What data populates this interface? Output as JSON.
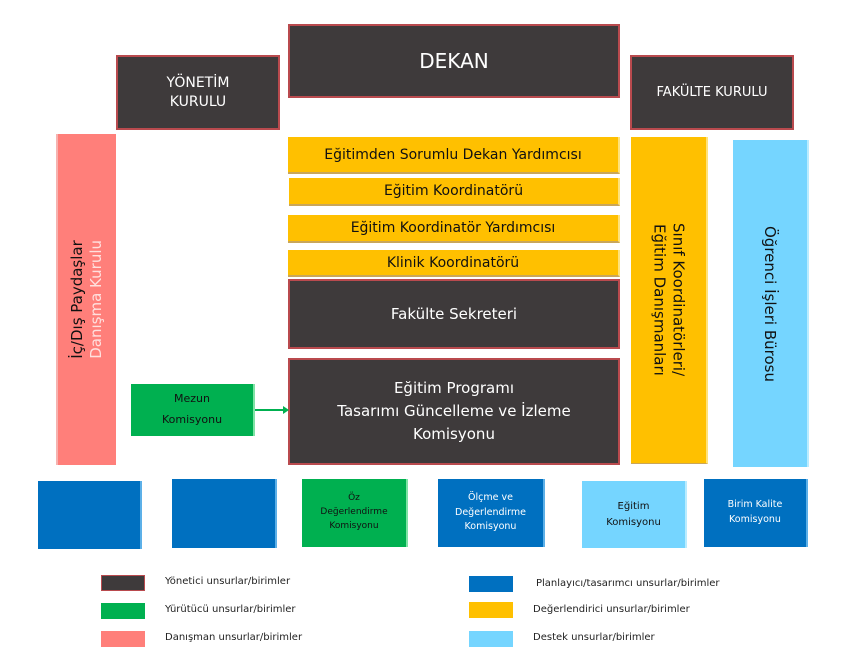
{
  "colors": {
    "yonetici": "#3e3a3b",
    "border_red": "#b94a4e",
    "yurutucu": "#00b050",
    "danisman": "#ff7f7a",
    "planlayici": "#0070c0",
    "degerlendirici": "#ffc000",
    "destek": "#75d5ff"
  },
  "top": {
    "dekan": "DEKAN",
    "yonetim_kurulu": "YÖNETİM\nKURULU",
    "fakulte_kurulu": "FAKÜLTE KURULU"
  },
  "center": {
    "items": [
      "Eğitimden Sorumlu Dekan Yardımcısı",
      "Eğitim Koordinatörü",
      "Eğitim Koordinatör Yardımcısı",
      "Klinik Koordinatörü"
    ],
    "fakulte_sekreteri": "Fakülte Sekreteri",
    "egitim_programi": "Eğitim Programı\nTasarımı Güncelleme ve İzleme\nKomisyonu"
  },
  "left": {
    "line1": "İç/Dış Paydaşlar",
    "line2": "Danışma Kurulu"
  },
  "mezun": "Mezun\nKomisyonu",
  "right": {
    "sinif": "Sınıf Koordinatörleri/\nEğitim Danışmanları",
    "ogrenci": "Öğrenci İşleri Bürosu"
  },
  "bottom": {
    "blank1": "",
    "blank2": "",
    "oz": "Öz\nDeğerlendirme\nKomisyonu",
    "olcme": "Ölçme ve\nDeğerlendirme\nKomisyonu",
    "egitim": "Eğitim\nKomisyonu",
    "birim_kalite": "Birim Kalite\nKomisyonu"
  },
  "legend": {
    "yonetici": "Yönetici unsurlar/birimler",
    "yurutucu": "Yürütücü unsurlar/birimler",
    "danisman": "Danışman unsurlar/birimler",
    "planlayici": "Planlayıcı/tasarımcı unsurlar/birimler",
    "degerlendirici": "Değerlendirici unsurlar/birimler",
    "destek": "Destek unsurlar/birimler"
  }
}
